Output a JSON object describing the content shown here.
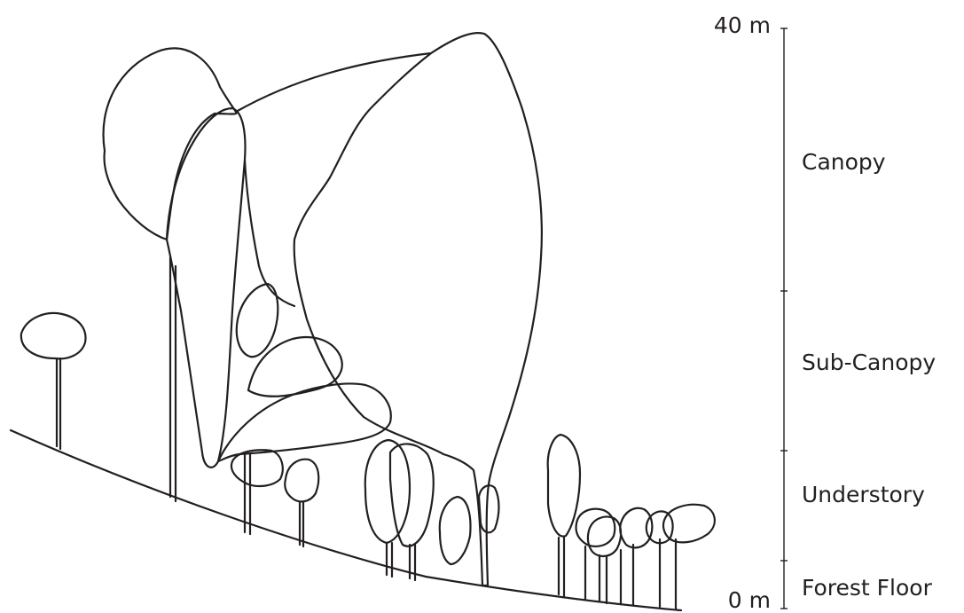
{
  "scale": {
    "top_label": "40 m",
    "bottom_label": "0 m"
  },
  "layers": [
    {
      "label": "Canopy"
    },
    {
      "label": "Sub-Canopy"
    },
    {
      "label": "Understory"
    },
    {
      "label": "Forest Floor"
    }
  ],
  "colors": {
    "ink": "#231f20",
    "background": "#ffffff"
  }
}
